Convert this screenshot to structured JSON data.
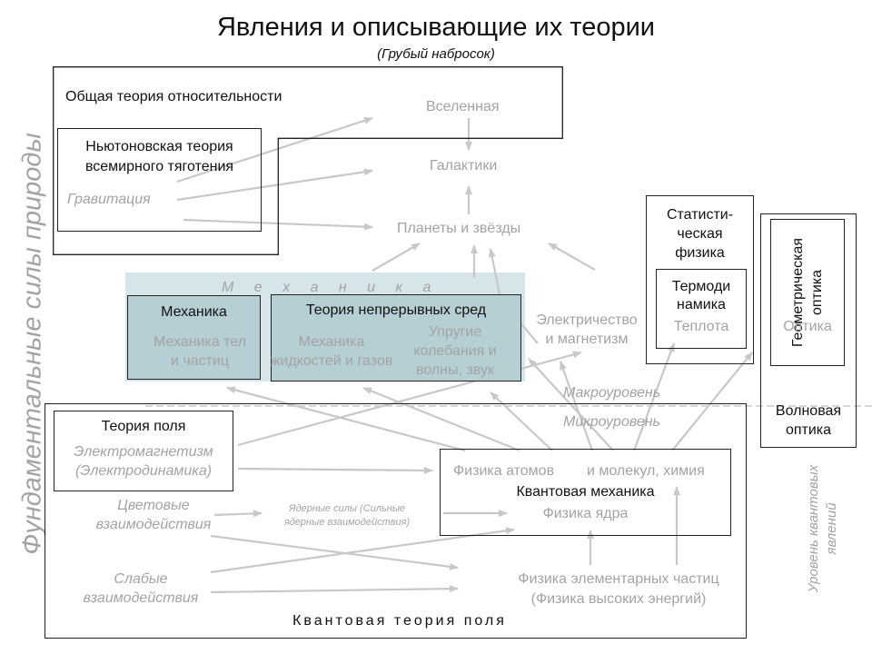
{
  "title": "Явления и описывающие их теории",
  "subtitle": "(Грубый набросок)",
  "side_left": "Фундаментальные силы природы",
  "side_right_line1": "Уровень квантовых",
  "side_right_line2": "явлений",
  "boxes": {
    "general_relativity": "Общая теория относительности",
    "newton_line1": "Ньютоновская теория",
    "newton_line2": "всемирного тяготения",
    "mechanics": "Механика",
    "continuum": "Теория непрерывных сред",
    "stat_line1": "Статисти-",
    "stat_line2": "ческая",
    "stat_line3": "физика",
    "thermo_line1": "Термоди",
    "thermo_line2": "намика",
    "geom_line1": "Геометрическая",
    "geom_line2": "оптика",
    "wave_line1": "Волновая",
    "wave_line2": "оптика",
    "field_theory": "Теория поля",
    "quantum_mechanics": "Квантовая механика",
    "qft": "Квантовая теория поля"
  },
  "phenomena": {
    "universe": "Вселенная",
    "galaxies": "Галактики",
    "planets_stars": "Планеты и звёзды",
    "gravitation": "Гравитация",
    "mechanics_banner": "М е х а н и к а",
    "bodies_line1": "Механика тел",
    "bodies_line2": "и частиц",
    "fluids_line1": "Механика",
    "fluids_line2": "жидкостей и газов",
    "elastic_line1": "Упругие",
    "elastic_line2": "колебания и",
    "elastic_line3": "волны, звук",
    "em_line1": "Электричество",
    "em_line2": "и магнетизм",
    "heat": "Теплота",
    "optics": "Оптика",
    "macro": "Макроуровень",
    "micro": "Микроуровень",
    "electromag_line1": "Электромагнетизм",
    "electromag_line2": "(Электродинамика)",
    "atoms": "Физика атомов",
    "molecules": "и молекул, химия",
    "nucleus": "Физика ядра",
    "color_line1": "Цветовые",
    "color_line2": "взаимодействия",
    "nuclear_line1": "Ядерные силы (Сильные",
    "nuclear_line2": "ядерные взаимодействия)",
    "weak_line1": "Слабые",
    "weak_line2": "взаимодействия",
    "particles_line1": "Физика элементарных частиц",
    "particles_line2": "(Физика высоких энергий)"
  },
  "colors": {
    "mechanics_panel": "#d6e5ea",
    "mechanics_box_fill": "#b6cfd5",
    "arrows": "#c8c8c8",
    "gray_text": "#a3a3a3"
  }
}
